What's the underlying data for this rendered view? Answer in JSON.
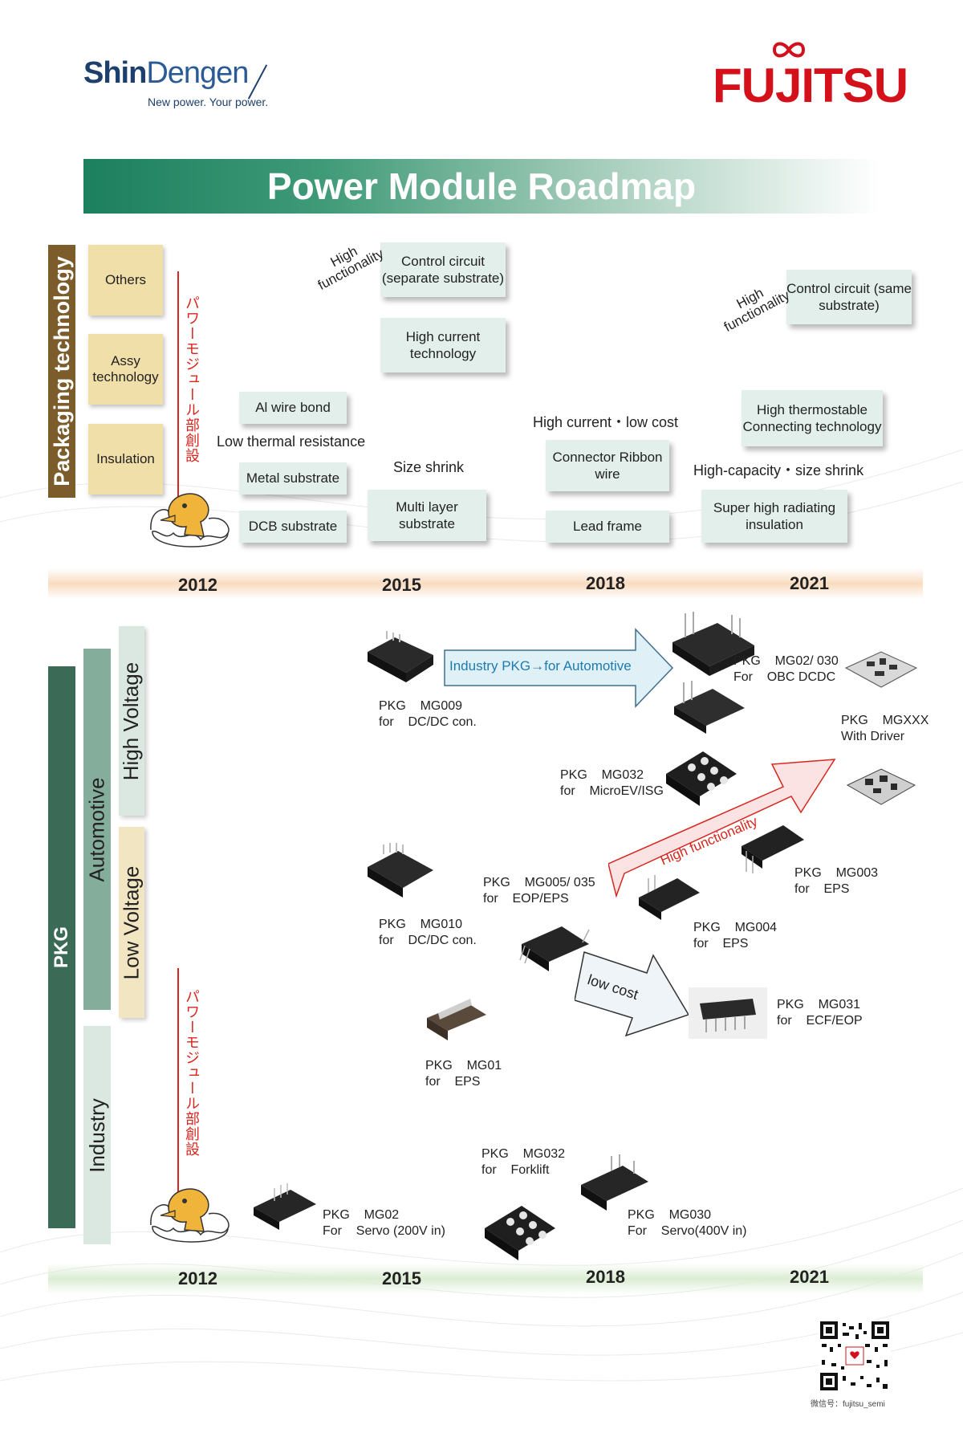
{
  "header": {
    "left_logo_bold": "Shin",
    "left_logo_light": "Dengen",
    "left_tagline": "New power. Your power.",
    "right_logo": "FUJITSU"
  },
  "title": "Power Module Roadmap",
  "packaging": {
    "section_label": "Packaging technology",
    "categories": [
      "Others",
      "Assy technology",
      "Insulation"
    ],
    "jp_note": "パワーモジュール部創設",
    "boxes": {
      "control_separate": "Control circuit (separate substrate)",
      "high_current_tech": "High current technology",
      "al_wire": "Al wire bond",
      "metal_sub": "Metal substrate",
      "dcb_sub": "DCB substrate",
      "multi_layer": "Multi layer substrate",
      "connector_ribbon": "Connector Ribbon wire",
      "lead_frame": "Lead frame",
      "control_same": "Control circuit (same substrate)",
      "high_thermo": "High thermostable Connecting technology",
      "super_high": "Super high radiating insulation"
    },
    "labels": {
      "high_func_1": "High functionality",
      "high_func_2": "High functionality",
      "low_thermal": "Low thermal resistance",
      "size_shrink": "Size shrink",
      "high_current_low_cost": "High current・low cost",
      "high_capacity": "High-capacity・size shrink"
    },
    "years": [
      "2012",
      "2015",
      "2018",
      "2021"
    ]
  },
  "pkg": {
    "section_label": "PKG",
    "automotive": "Automotive",
    "high_voltage": "High Voltage",
    "low_voltage": "Low Voltage",
    "industry": "Industry",
    "jp_note": "パワーモジュール部創設",
    "arrow_industry": "Industry PKG→for Automotive",
    "arrow_high_func": "High functionality",
    "arrow_low_cost": "low cost",
    "products": {
      "mg009": "PKG    MG009\nfor    DC/DC con.",
      "mg02_030": "PKG    MG02/ 030\nFor    OBC DCDC",
      "mgxxx": "PKG    MGXXX\nWith Driver",
      "mg032_micro": "PKG    MG032\nfor    MicroEV/ISG",
      "mg003": "PKG    MG003\nfor    EPS",
      "mg010": "PKG    MG010\nfor    DC/DC con.",
      "mg005": "PKG    MG005/ 035\nfor    EOP/EPS",
      "mg004": "PKG    MG004\nfor    EPS",
      "mg031": "PKG    MG031\nfor    ECF/EOP",
      "mg01": "PKG    MG01\nfor    EPS",
      "mg032_fork": "PKG    MG032\nfor    Forklift",
      "mg02": "PKG    MG02\nFor    Servo (200V in)",
      "mg030": "PKG    MG030\nFor    Servo(400V in)"
    },
    "years": [
      "2012",
      "2015",
      "2018",
      "2021"
    ]
  },
  "qr_caption": "微信号：fujitsu_semi",
  "colors": {
    "brand_red": "#d4101b",
    "title_green": "#1c7f5e",
    "pkg_green": "#3b6a57",
    "packaging_brown": "#7b5c2a",
    "category_yellow": "#f1dfa9"
  }
}
